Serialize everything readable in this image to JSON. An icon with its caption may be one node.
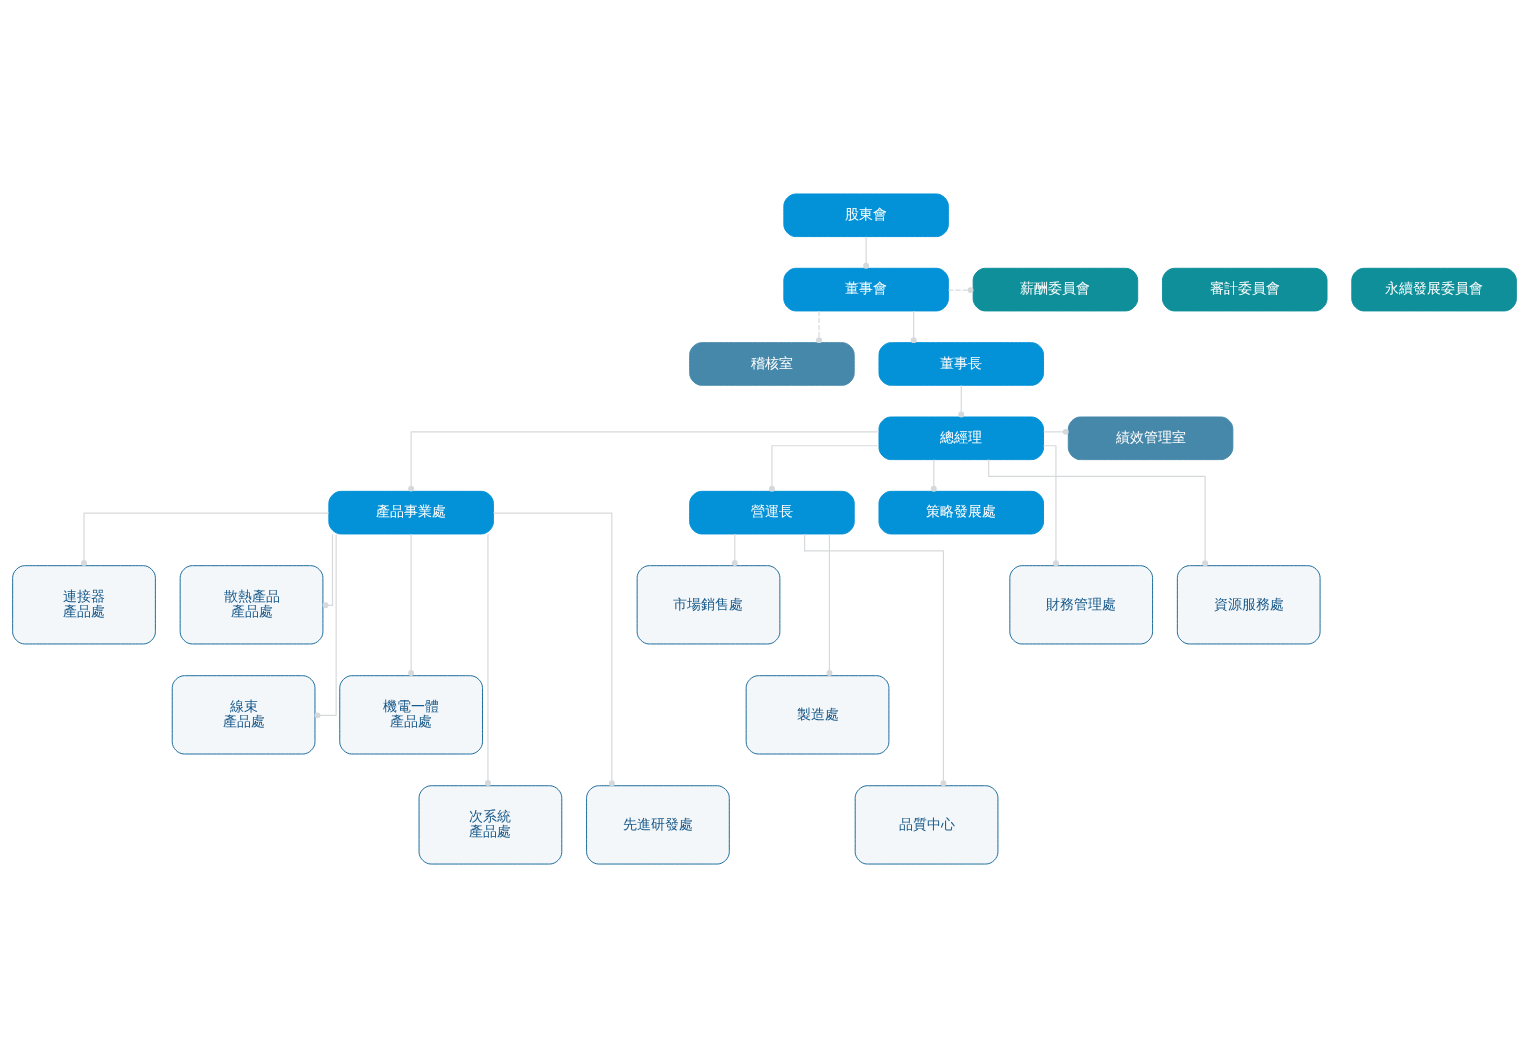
{
  "diagram": {
    "nodes": [
      {
        "text": [
          "股東會"
        ]
      },
      {
        "text": [
          "董事會"
        ]
      },
      {
        "text": [
          "薪酬委員會"
        ]
      },
      {
        "text": [
          "審計委員會"
        ]
      },
      {
        "text": [
          "永續發展委員會"
        ]
      },
      {
        "text": [
          "稽核室"
        ]
      },
      {
        "text": [
          "董事長"
        ]
      },
      {
        "text": [
          "總經理"
        ]
      },
      {
        "text": [
          "績效管理室"
        ]
      },
      {
        "text": [
          "產品事業處"
        ]
      },
      {
        "text": [
          "營運長"
        ]
      },
      {
        "text": [
          "策略發展處"
        ]
      },
      {
        "text": [
          "財務管理處"
        ]
      },
      {
        "text": [
          "資源服務處"
        ]
      },
      {
        "text": [
          "連接器",
          "產品處"
        ]
      },
      {
        "text": [
          "散熱產品",
          "產品處"
        ]
      },
      {
        "text": [
          "線束",
          "產品處"
        ]
      },
      {
        "text": [
          "機電一體",
          "產品處"
        ]
      },
      {
        "text": [
          "次系統",
          "產品處"
        ]
      },
      {
        "text": [
          "先進研發處"
        ]
      },
      {
        "text": [
          "市場銷售處"
        ]
      },
      {
        "text": [
          "製造處"
        ]
      },
      {
        "text": [
          "品質中心"
        ]
      }
    ],
    "edges": [
      {
        "from": 0,
        "to": 1,
        "arrow": "other"
      },
      {
        "from": 1,
        "to": 2,
        "arrow": "other",
        "style": "dashed"
      },
      {
        "from": 1,
        "to": 6,
        "arrow": "other"
      },
      {
        "from": 1,
        "to": 5,
        "arrow": "other",
        "style": "dashed"
      },
      {
        "from": 6,
        "to": 7,
        "arrow": "other"
      },
      {
        "from": 7,
        "to": 8,
        "arrow": "other"
      },
      {
        "from": 7,
        "to": 9,
        "arrow": "other"
      },
      {
        "from": 7,
        "to": 10,
        "arrow": "other"
      },
      {
        "from": 7,
        "to": 11,
        "arrow": "other"
      },
      {
        "from": 7,
        "to": 12,
        "arrow": "other"
      },
      {
        "from": 7,
        "to": 13,
        "arrow": "other"
      },
      {
        "from": 9,
        "to": 14,
        "arrow": "other"
      },
      {
        "from": 9,
        "to": 15,
        "arrow": "other"
      },
      {
        "from": 9,
        "to": 16,
        "arrow": "other"
      },
      {
        "from": 9,
        "to": 17,
        "arrow": "other"
      },
      {
        "from": 9,
        "to": 18,
        "arrow": "other"
      },
      {
        "from": 9,
        "to": 19,
        "arrow": "other"
      },
      {
        "from": 10,
        "to": 20,
        "arrow": "other"
      },
      {
        "from": 10,
        "to": 21,
        "arrow": "other"
      },
      {
        "from": 10,
        "to": 22,
        "arrow": "other"
      }
    ]
  }
}
